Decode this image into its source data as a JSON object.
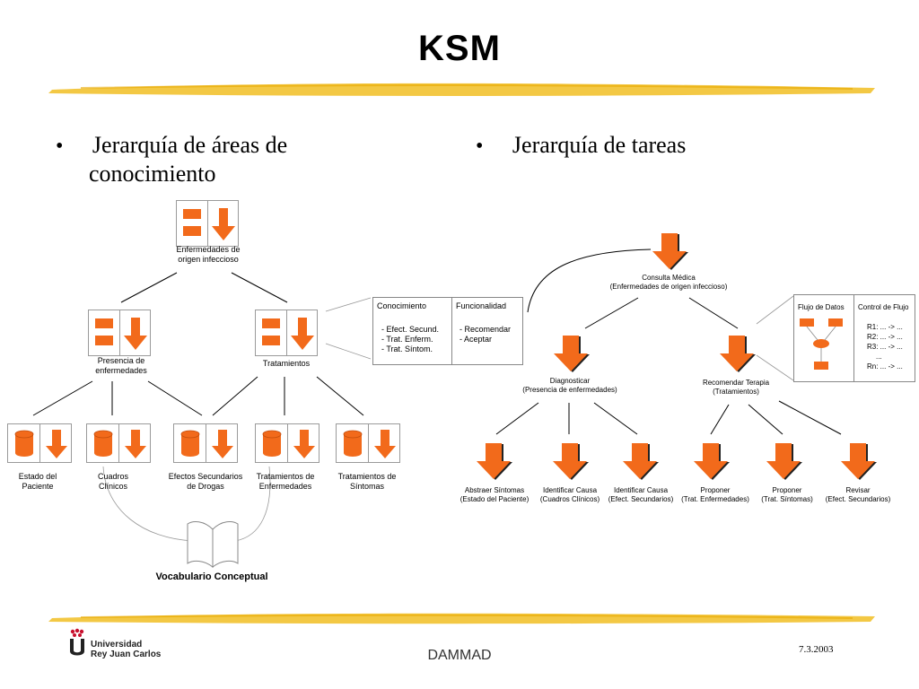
{
  "title": "KSM",
  "left": {
    "bullet": "Jerarquía de áreas de",
    "bullet_line2": "conocimiento",
    "root": [
      "Enfermedades de",
      "origen infeccioso"
    ],
    "mid_left": [
      "Presencia de",
      "enfermedades"
    ],
    "mid_right": [
      "Tratamientos"
    ],
    "leaves": [
      [
        "Estado del",
        "Paciente"
      ],
      [
        "Cuadros",
        "Clínicos"
      ],
      [
        "Efectos Secundarios",
        "de Drogas"
      ],
      [
        "Tratamientos de",
        "Enfermedades"
      ],
      [
        "Tratamientos de",
        "Síntomas"
      ]
    ],
    "vocab": "Vocabulario Conceptual",
    "table": {
      "col1": "Conocimiento",
      "col2": "Funcionalidad",
      "col1_items": [
        "- Efect. Secund.",
        "- Trat. Enferm.",
        "- Trat. Síntom."
      ],
      "col2_items": [
        "- Recomendar",
        "- Aceptar"
      ]
    }
  },
  "right": {
    "bullet": "Jerarquía de tareas",
    "root": [
      "Consulta Médica",
      "(Enfermedades de origen infeccioso)"
    ],
    "mid_left": [
      "Diagnosticar",
      "(Presencia de enfermedades)"
    ],
    "mid_right": [
      "Recomendar Terapia",
      "(Tratamientos)"
    ],
    "leaves": [
      [
        "Abstraer Síntomas",
        "(Estado del Paciente)"
      ],
      [
        "Identificar Causa",
        "(Cuadros Clínicos)"
      ],
      [
        "Identificar Causa",
        "(Efect. Secundarios)"
      ],
      [
        "Proponer",
        "(Trat. Enfermedades)"
      ],
      [
        "Proponer",
        "(Trat. Síntomas)"
      ],
      [
        "Revisar",
        "(Efect. Secundarios)"
      ]
    ],
    "flow": {
      "col1": "Flujo de Datos",
      "col2": "Control de Flujo",
      "rules": [
        "R1: ... -> ...",
        "R2: ... -> ...",
        "R3: ... -> ...",
        "...",
        "Rn: ... -> ..."
      ]
    }
  },
  "footer": {
    "university_line1": "Universidad",
    "university_line2": "Rey Juan Carlos",
    "center": "DAMMAD",
    "date": "7.3.2003"
  },
  "colors": {
    "accent_orange": "#f26a1b",
    "brush_yellow": "#f2c230",
    "logo_red": "#c8102e"
  }
}
